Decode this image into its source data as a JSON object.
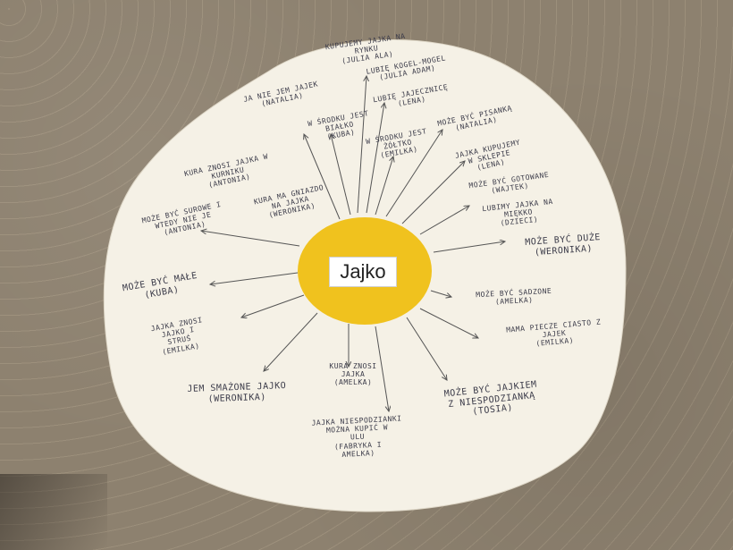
{
  "colors": {
    "paper": "#f5f1e6",
    "sun": "#f0c21e",
    "ink": "#3c3c4a",
    "carpet": "#8f816c"
  },
  "center": {
    "title": "Jajko"
  },
  "labels": [
    "KUPUJEMY JAJKA NA\nRYNKU\n(JULIA ALA)",
    "LUBIĘ KOGEL-MOGEL\n(JULIA ADAM)",
    "JA NIE JEM JAJEK\n(NATALIA)",
    "LUBIĘ JAJECZNICĘ\n(LENA)",
    "W ŚRODKU JEST\nBIAŁKO\n(KUBA)",
    "MOŻE BYĆ PISANKĄ\n(NATALIA)",
    "W ŚRODKU JEST\nŻÓŁTKO\n(EMILKA)",
    "JAJKA KUPUJEMY\nW SKLEPIE\n(LENA)",
    "KURA ZNOSI JAJKA W\nKURNIKU\n(ANTONIA)",
    "KURA MA GNIAZDO\nNA JAJKA\n(WERONIKA)",
    "MOŻE BYĆ GOTOWANE\n(WAJTEK)",
    "MOŻE BYĆ SUROWE I\nWTEDY NIE JE\n(ANTONIA)",
    "LUBIMY JAJKA NA\nMIĘKKO\n(DZIECI)",
    "MOŻE BYĆ DUŻE\n(WERONIKA)",
    "MOŻE BYĆ MAŁE\n(KUBA)",
    "MOŻE BYĆ SADZONE\n(AMELKA)",
    "JAJKA ZNOSI\nJAJKO I\nSTRUŚ\n(EMILKA)",
    "MAMA PIECZE CIASTO Z\nJAJEK\n(EMILKA)",
    "JEM SMAŻONE JAJKO\n(WERONIKA)",
    "KURA ZNOSI\nJAJKA\n(AMELKA)",
    "JAJKA NIESPODZIANKI\nMOŻNA KUPIĆ W\nULU\n(FABRYKA I\nAMELKA)",
    "MOŻE BYĆ JAJKIEM\nZ NIESPODZIANKĄ\n(TOSIA)"
  ]
}
